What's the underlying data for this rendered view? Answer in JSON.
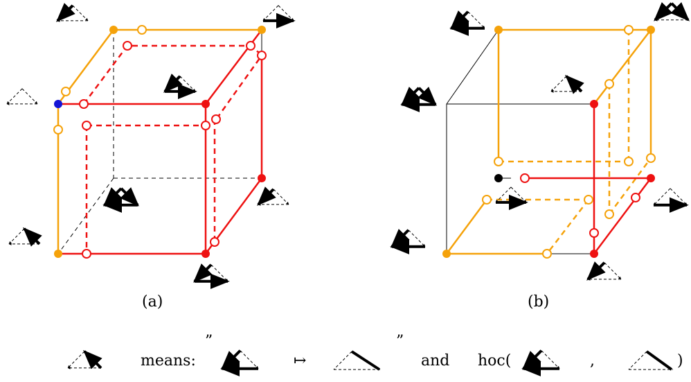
{
  "panels": [
    {
      "caption": "(a)"
    },
    {
      "caption": "(b)"
    }
  ],
  "colors": {
    "orange": "#f5a20a",
    "red": "#ee1111",
    "blue": "#1515d6",
    "black": "#000000",
    "dash_gray": "#000000"
  },
  "legend": {
    "means": "means:",
    "open_quote": "”",
    "maps_to": "↦",
    "close_quote": "”",
    "and": "and",
    "hoc_open": "hoc(",
    "comma": ",",
    "hoc_close": ")"
  }
}
